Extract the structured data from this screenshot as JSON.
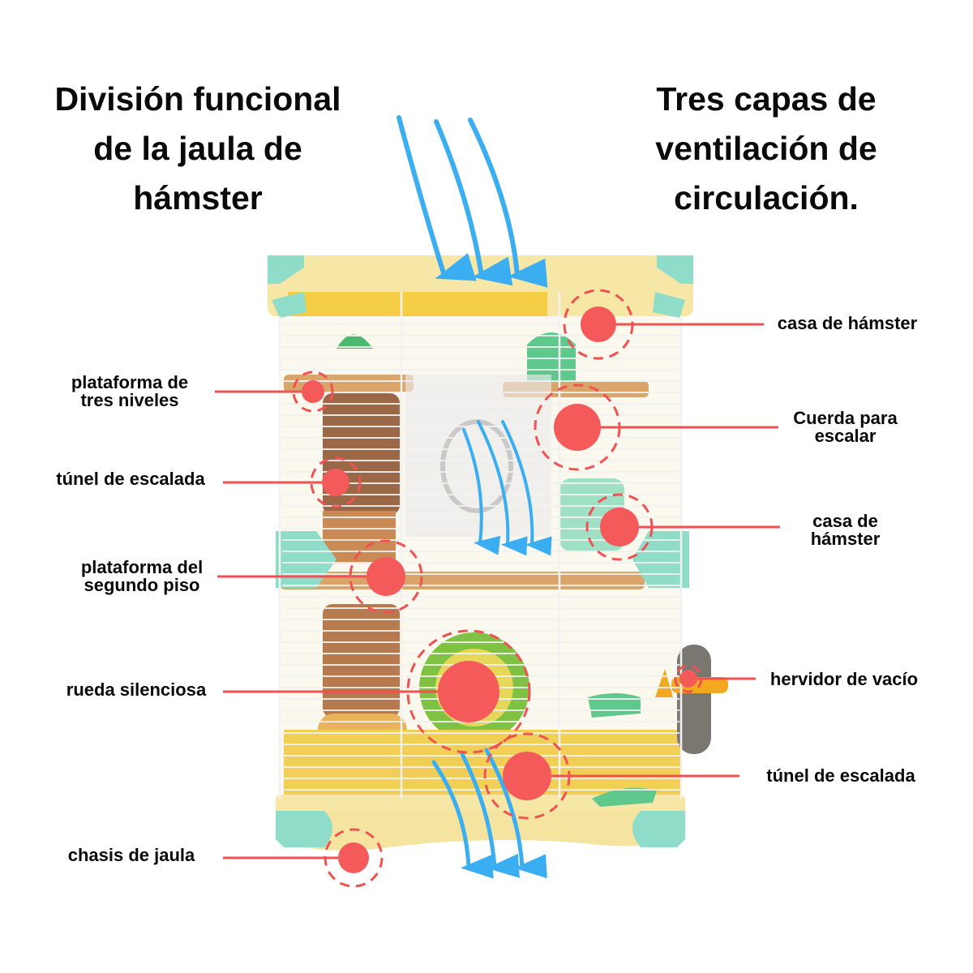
{
  "titles": {
    "left": "División funcional\nde la jaula de\nhámster",
    "right": "Tres capas de\nventilación de\ncirculación."
  },
  "colors": {
    "callout": "#f05252",
    "callout_dot": "#f45a5a",
    "airflow_arrow": "#3aaef0",
    "cage_base": "#f5e3a0",
    "cage_accent": "#8fdcc8",
    "platform": "#d9a56a",
    "wire": "#f2f2f2"
  },
  "callouts": [
    {
      "id": "casa-hamster-top",
      "label": "casa de hámster",
      "side": "right"
    },
    {
      "id": "plataforma-tres-niveles",
      "label": "plataforma de\ntres niveles",
      "side": "left"
    },
    {
      "id": "cuerda-escalar",
      "label": "Cuerda para\nescalar",
      "side": "right"
    },
    {
      "id": "tunel-escalada-top",
      "label": "túnel de escalada",
      "side": "left"
    },
    {
      "id": "casa-hamster-mid",
      "label": "casa de\nhámster",
      "side": "right"
    },
    {
      "id": "plataforma-segundo-piso",
      "label": "plataforma del\nsegundo piso",
      "side": "left"
    },
    {
      "id": "hervidor-vacio",
      "label": "hervidor de vacío",
      "side": "right"
    },
    {
      "id": "rueda-silenciosa",
      "label": "rueda silenciosa",
      "side": "left"
    },
    {
      "id": "tunel-escalada-bottom",
      "label": "túnel de escalada",
      "side": "right"
    },
    {
      "id": "chasis-jaula",
      "label": "chasis de jaula",
      "side": "left"
    }
  ],
  "airflow": {
    "layers": 3,
    "direction": "top-to-bottom"
  }
}
